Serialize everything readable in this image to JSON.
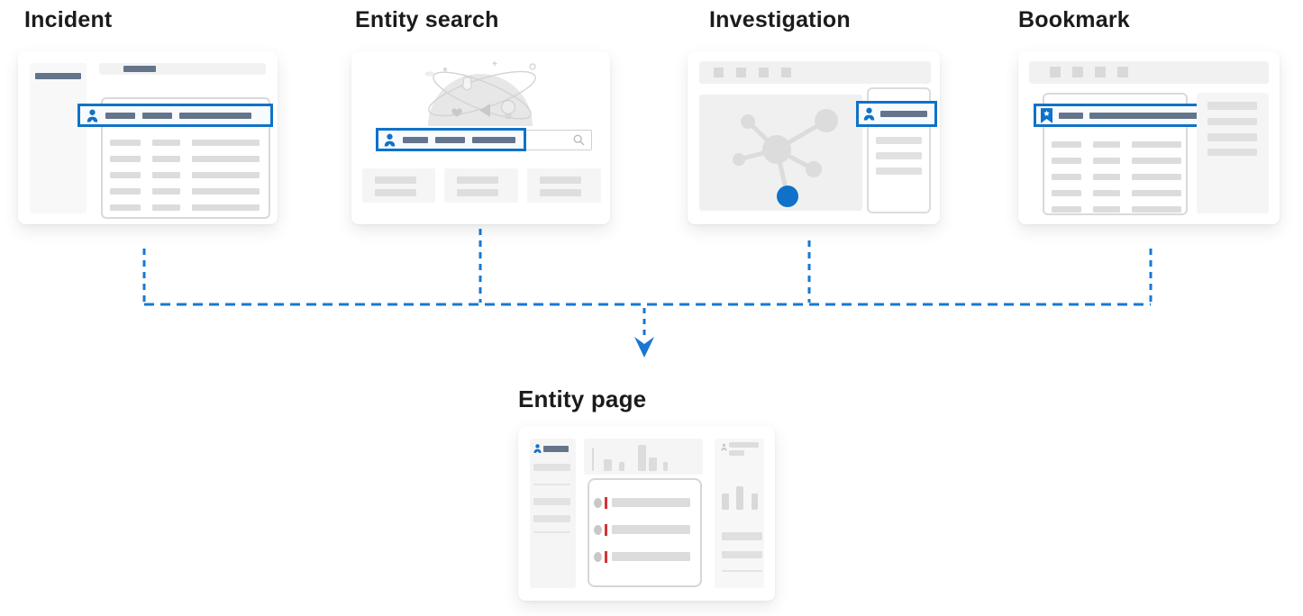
{
  "diagram": {
    "sources": [
      {
        "label": "Incident"
      },
      {
        "label": "Entity search"
      },
      {
        "label": "Investigation"
      },
      {
        "label": "Bookmark"
      }
    ],
    "destination": {
      "label": "Entity page"
    }
  },
  "colors": {
    "accent_blue": "#0f72c8",
    "connector_blue": "#1878d0",
    "slate_bar": "#64748b",
    "gray_bar": "#dcdcdc",
    "panel_gray": "#f2f2f2",
    "border_gray": "#d9d9d9",
    "timeline_red": "#d13438",
    "title_text": "#1b1b1b",
    "background": "#ffffff"
  },
  "icons": {
    "person": "person-icon",
    "bookmark": "bookmark-icon",
    "search": "search-icon",
    "arrow": "arrow-down-icon"
  }
}
